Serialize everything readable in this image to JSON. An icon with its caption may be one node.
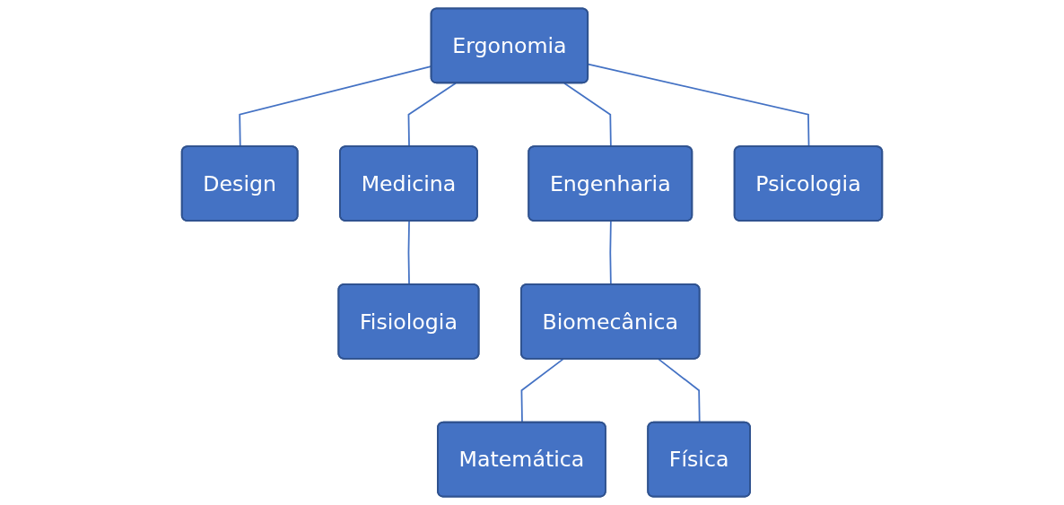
{
  "diagram": {
    "nodes": [
      {
        "text": [
          "Ergonomia"
        ]
      },
      {
        "text": [
          "Design"
        ]
      },
      {
        "text": [
          "Medicina"
        ]
      },
      {
        "text": [
          "Engenharia"
        ]
      },
      {
        "text": [
          "Psicologia"
        ]
      },
      {
        "text": [
          "Fisiologia"
        ]
      },
      {
        "text": [
          "Biomecânica"
        ]
      },
      {
        "text": [
          "Matemática"
        ]
      },
      {
        "text": [
          "Física"
        ]
      }
    ],
    "edges": [
      {
        "from": 0,
        "to": 1,
        "arrow": "none"
      },
      {
        "from": 0,
        "to": 2,
        "arrow": "none"
      },
      {
        "from": 0,
        "to": 3,
        "arrow": "none"
      },
      {
        "from": 0,
        "to": 4,
        "arrow": "none"
      },
      {
        "from": 2,
        "to": 5,
        "arrow": "none"
      },
      {
        "from": 3,
        "to": 6,
        "arrow": "none"
      },
      {
        "from": 6,
        "to": 7,
        "arrow": "none"
      },
      {
        "from": 6,
        "to": 8,
        "arrow": "none"
      }
    ]
  }
}
